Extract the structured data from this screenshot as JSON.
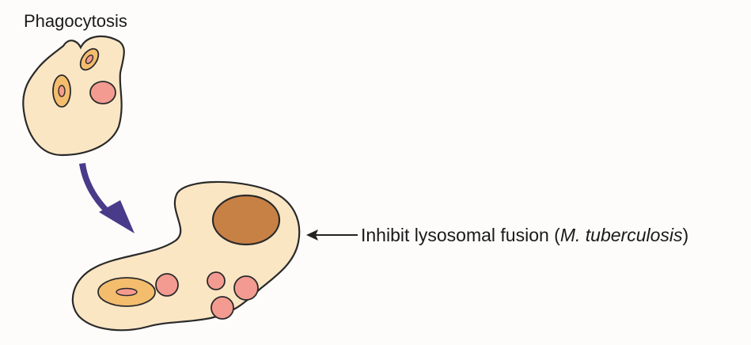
{
  "diagram": {
    "step_label": "Phagocytosis",
    "annotation": {
      "text_before": "Inhibit lysosomal fusion (",
      "organism_abbrev": "M.",
      "organism_species": "tuberculosis",
      "text_after": ")"
    }
  },
  "colors": {
    "cell_fill": "#fbe6c4",
    "outline": "#2a2a2a",
    "vacuole_fill": "#f4bd6e",
    "vacuole_core": "#f59a8c",
    "lysosome": "#f49b91",
    "nucleus": "#c88145",
    "arrow_main": "#4a3a8a",
    "arrow_pointer": "#222222"
  }
}
